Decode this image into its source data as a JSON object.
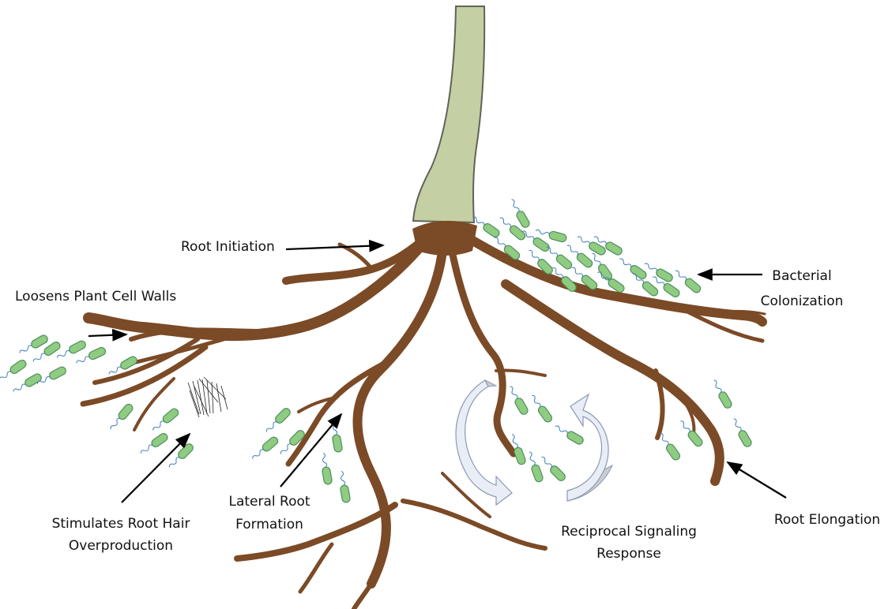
{
  "labels": {
    "root_initiation": "Root Initiation",
    "loosens_cell_walls": "Loosens Plant Cell Walls",
    "root_hair_line1": "Stimulates Root Hair",
    "root_hair_line2": "Overproduction",
    "lateral_line1": "Lateral Root",
    "lateral_line2": "Formation",
    "signaling_line1": "Reciprocal Signaling",
    "signaling_line2": "Response",
    "colonization_line1": "Bacterial",
    "colonization_line2": "Colonization",
    "root_elongation": "Root Elongation"
  },
  "colors": {
    "stem_fill": "#c5cfa4",
    "stem_outline": "#5f6457",
    "root": "#7b4a26",
    "bacterium_fill": "#8fcc82",
    "bacterium_outline": "#4f8f5e",
    "flagellum": "#3d7bb8",
    "cycle_arrow_light": "#e9eef6",
    "cycle_arrow_dark": "#c9cdd3",
    "arrow": "#000000"
  }
}
